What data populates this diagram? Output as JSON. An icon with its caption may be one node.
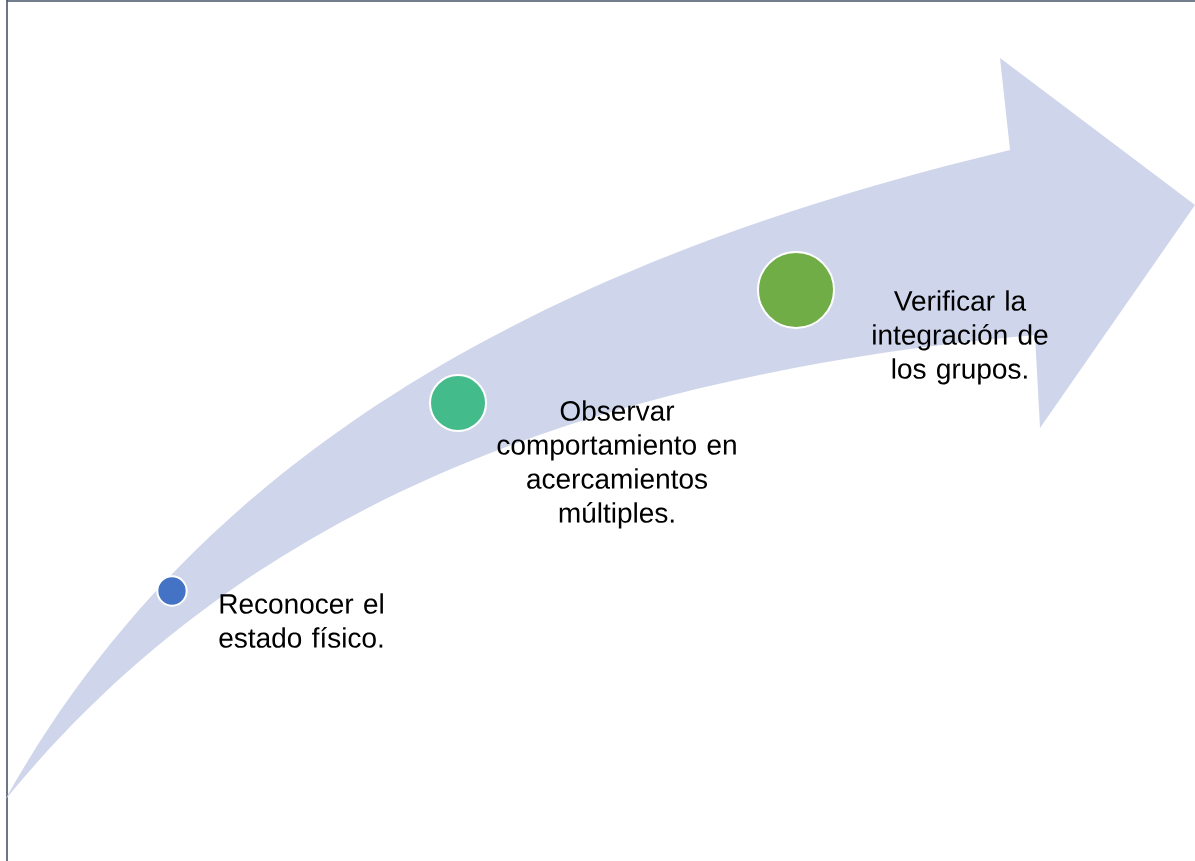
{
  "diagram": {
    "nodes": [
      {
        "text": [],
        "shape": "circle",
        "beside": [
          "Reconocer el estado físico."
        ]
      },
      {
        "text": [],
        "shape": "circle",
        "beside": [
          "Observar comportamiento en acercamientos múltiples."
        ]
      },
      {
        "text": [],
        "shape": "circle",
        "beside": [
          "Verificar la integración de los grupos."
        ]
      }
    ]
  }
}
